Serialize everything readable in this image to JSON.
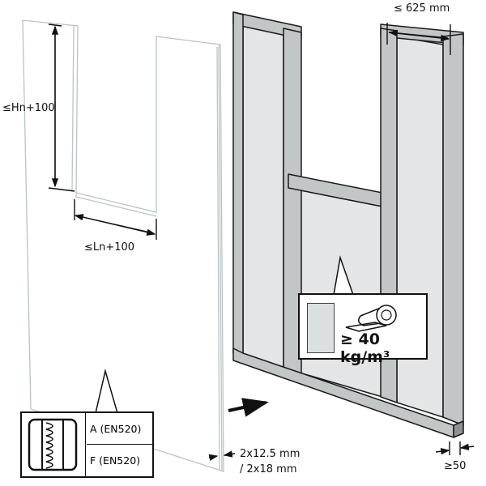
{
  "dimensions": {
    "height_label": "≤Hn+100",
    "length_label": "≤Ln+100",
    "stud_spacing_label": "≤ 625 mm",
    "board_thickness_line1": "2x12.5 mm",
    "board_thickness_line2": "/ 2x18 mm",
    "stud_width_label": "≥50"
  },
  "insulation_callout": {
    "density_label": "≥ 40 kg/m³"
  },
  "fire_class_table": {
    "rows": [
      "A (EN520)",
      "F (EN520)"
    ]
  },
  "colors": {
    "frame": "#c3c6c7",
    "infill": "#e3e5e6",
    "outline": "#1a1a1a",
    "board_edge": "#b9c4c4"
  }
}
